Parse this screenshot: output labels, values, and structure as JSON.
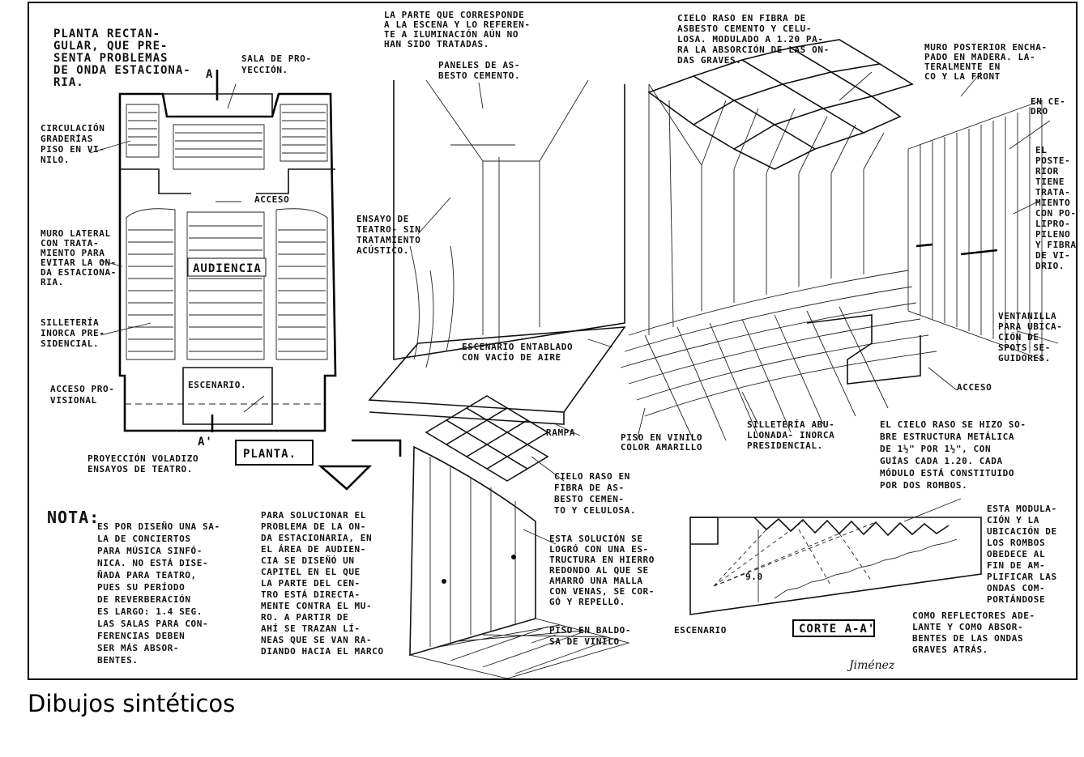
{
  "caption": "Dibujos sintéticos",
  "signature": "Jiménez",
  "plan": {
    "note_shape": [
      "PLANTA RECTAN-",
      "GULAR, QUE PRE-",
      "SENTA PROBLEMAS",
      "DE ONDA ESTACIONA-",
      "RIA."
    ],
    "projection_room": [
      "SALA DE PRO-",
      "YECCIÓN."
    ],
    "section_mark_top": "A",
    "section_mark_bottom": "A'",
    "circulation": [
      "CIRCULACIÓN",
      "GRADERÍAS",
      "PISO EN VI-",
      "NILO."
    ],
    "access": "ACCESO",
    "side_wall": [
      "MURO LATERAL",
      "CON TRATA-",
      "MIENTO PARA",
      "EVITAR LA ON-",
      "DA ESTACIONA-",
      "RIA."
    ],
    "seating": [
      "SILLETERÍA",
      "INORCA PRE-",
      "SIDENCIAL."
    ],
    "audience": "AUDIENCIA",
    "stage": "ESCENARIO.",
    "provisional_access": [
      "ACCESO PRO-",
      "VISIONAL"
    ],
    "cantilever": [
      "PROYECCIÓN VOLADIZO",
      "ENSAYOS DE TEATRO."
    ],
    "title": "PLANTA."
  },
  "perspective": {
    "stage_part_note": [
      "LA PARTE QUE CORRESPONDE",
      "A LA ESCENA Y LO REFEREN-",
      "TE A ILUMINACIÓN AÚN NO",
      "HAN SIDO TRATADAS."
    ],
    "panels": [
      "PANELES DE AS-",
      "BESTO CEMENTO."
    ],
    "ceiling_note": [
      "CIELO RASO EN FIBRA DE",
      "ASBESTO CEMENTO Y CELU-",
      "LOSA. MODULADO A 1.20 PA-",
      "RA LA ABSORCIÓN DE LAS ON-",
      "DAS GRAVES."
    ],
    "rear_wall": [
      "MURO POSTERIOR ENCHA-",
      "PADO EN MADERA. LA-",
      "TERALMENTE EN",
      "CO Y LA FRONT"
    ],
    "cedar": [
      "EN CE-",
      "DRO"
    ],
    "rear_treatment": [
      "EL",
      "POSTE-",
      "RIOR",
      "TIENE",
      "TRATA-",
      "MIENTO",
      "CON PO-",
      "LIPRO-",
      "PILENO",
      "Y FIBRA",
      "DE VI-",
      "DRIO."
    ],
    "theatre_rehearsal": [
      "ENSAYO DE",
      "TEATRO- SIN",
      "TRATAMIENTO",
      "ACÚSTICO."
    ],
    "stage_floor": [
      "ESCENARIO ENTABLADO",
      "CON VACÍO DE AIRE"
    ],
    "window": [
      "VENTANILLA",
      "PARA UBICA-",
      "CIÓN DE",
      "SPOTS SE-",
      "GUIDORES."
    ],
    "access": "ACCESO",
    "ramp": "RAMPA",
    "vinyl_floor": [
      "PISO EN VINILO",
      "COLOR AMARILLO"
    ],
    "seats": [
      "SILLETERÍA ABU-",
      "LLONADA- INORCA",
      "PRESIDENCIAL."
    ]
  },
  "structure_note": [
    "EL CIELO RASO SE HIZO SO-",
    "BRE ESTRUCTURA METÁLICA",
    "DE 1½\" POR 1½\", CON",
    "GUÍAS CADA 1.20. CADA",
    "MÓDULO ESTÁ CONSTITUIDO",
    "POR DOS ROMBOS."
  ],
  "detail": {
    "ceiling": [
      "CIELO RASO EN",
      "FIBRA DE AS-",
      "BESTO CEMEN-",
      "TO Y CELULOSA."
    ],
    "solution": [
      "ESTA SOLUCIÓN SE",
      "LOGRÓ CON UNA ES-",
      "TRUCTURA EN HIERRO",
      "REDONDO AL QUE SE",
      "AMARRÓ UNA MALLA",
      "CON VENAS, SE COR-",
      "GÓ Y REPELLÓ."
    ],
    "tile_floor": [
      "PISO EN BALDO-",
      "SA DE VINILO"
    ]
  },
  "section": {
    "modulation": [
      "ESTA MODULA-",
      "CIÓN Y LA",
      "UBICACIÓN DE",
      "LOS ROMBOS",
      "OBEDECE AL",
      "FIN DE AM-",
      "PLIFICAR LAS",
      "ONDAS COM-",
      "PORTÁNDOSE"
    ],
    "reflectors": [
      "COMO REFLECTORES ADE-",
      "LANTE Y COMO ABSOR-",
      "BENTES DE LAS ONDAS",
      "GRAVES ATRÁS."
    ],
    "height": "9.0",
    "stage": "ESCENARIO",
    "title": "CORTE A-A'"
  },
  "note": {
    "label": "NOTA:",
    "text1": [
      "ES POR DISEÑO UNA SA-",
      "LA DE CONCIERTOS",
      "PARA MÚSICA SINFÓ-",
      "NICA. NO ESTÁ DISE-",
      "ÑADA PARA TEATRO,",
      "PUES SU PERÍODO",
      "DE REVERBERACIÓN",
      "ES LARGO: 1.4 SEG.",
      "LAS SALAS PARA CON-",
      "FERENCIAS DEBEN",
      "SER MÁS ABSOR-",
      "BENTES."
    ],
    "text2": [
      "PARA SOLUCIONAR EL",
      "PROBLEMA DE LA ON-",
      "DA ESTACIONARIA, EN",
      "EL ÁREA DE AUDIEN-",
      "CIA SE DISEÑÓ UN",
      "CAPITEL EN EL QUE",
      "LA PARTE DEL CEN-",
      "TRO ESTÁ DIRECTA-",
      "MENTE CONTRA EL MU-",
      "RO. A PARTIR DE",
      "AHÍ SE TRAZAN LÍ-",
      "NEAS QUE SE VAN RA-",
      "DIANDO HACIA EL MARCO"
    ]
  }
}
